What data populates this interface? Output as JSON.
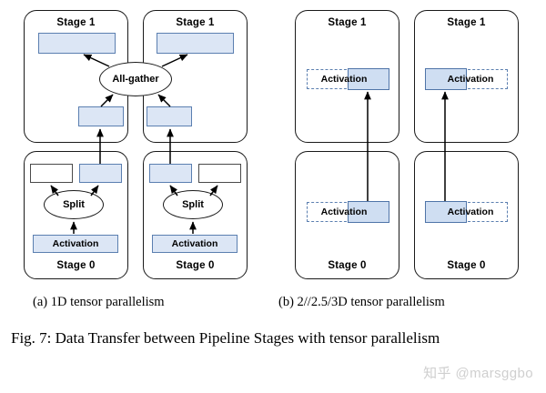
{
  "figure": {
    "caption": "Fig. 7: Data Transfer between Pipeline Stages with tensor parallelism",
    "watermark": "知乎 @marsggbo",
    "subcaptions": {
      "a": "(a) 1D tensor parallelism",
      "b": "(b) 2//2.5/3D tensor parallelism"
    }
  },
  "colors": {
    "tensor_fill": "#dce6f5",
    "tensor_border": "#5b7fb0",
    "shard_fill": "#cfdef2",
    "shard_border": "#4f74a8",
    "stage_border": "#1a1a1a",
    "plain_border": "#4a4a4a",
    "arrow": "#000000",
    "watermark": "#cfcfcf"
  },
  "panel_a": {
    "title": "1D tensor parallelism",
    "devices": [
      {
        "id": "device-0",
        "stage1": {
          "label": "Stage 1",
          "output_tensor": {
            "label": "",
            "fill": "tensor"
          },
          "partial_tensor": {
            "label": "",
            "fill": "tensor"
          }
        },
        "stage0": {
          "label": "Stage 0",
          "shard_left": {
            "label": "",
            "fill": "plain"
          },
          "shard_right": {
            "label": "",
            "fill": "tensor"
          },
          "op": "Split",
          "activation": "Activation"
        }
      },
      {
        "id": "device-1",
        "stage1": {
          "label": "Stage 1",
          "output_tensor": {
            "label": "",
            "fill": "tensor"
          },
          "partial_tensor": {
            "label": "",
            "fill": "tensor"
          }
        },
        "stage0": {
          "label": "Stage 0",
          "shard_left": {
            "label": "",
            "fill": "tensor"
          },
          "shard_right": {
            "label": "",
            "fill": "plain"
          },
          "op": "Split",
          "activation": "Activation"
        }
      }
    ],
    "collective_op": "All-gather"
  },
  "panel_b": {
    "title": "2//2.5/3D tensor parallelism",
    "devices": [
      {
        "id": "device-0",
        "stage1": {
          "label": "Stage 1",
          "activation": "Activation",
          "shard_side": "right"
        },
        "stage0": {
          "label": "Stage 0",
          "activation": "Activation",
          "shard_side": "right"
        }
      },
      {
        "id": "device-1",
        "stage1": {
          "label": "Stage 1",
          "activation": "Activation",
          "shard_side": "left"
        },
        "stage0": {
          "label": "Stage 0",
          "activation": "Activation",
          "shard_side": "left"
        }
      }
    ]
  }
}
